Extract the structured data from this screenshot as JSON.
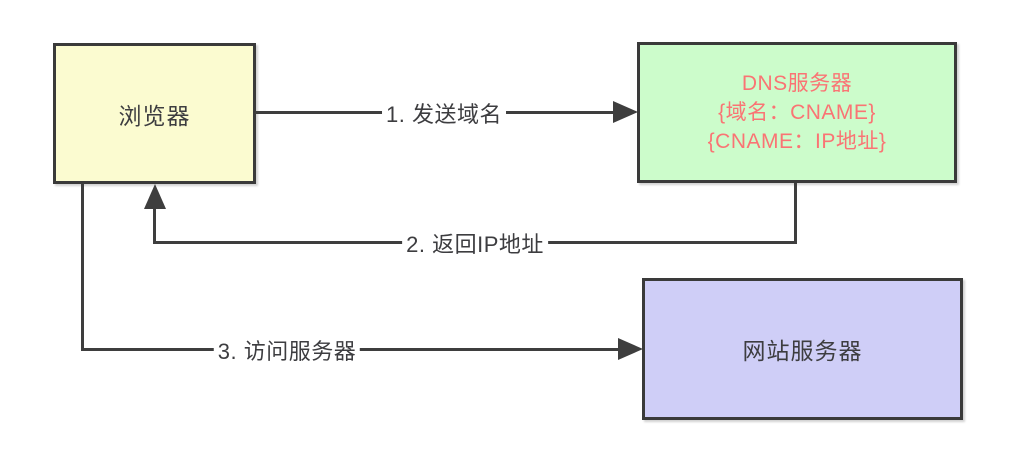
{
  "diagram": {
    "type": "flow-diagram",
    "topic": "DNS CNAME resolution flow",
    "background_color": "#ffffff",
    "line_color": "#3e3e3e",
    "border_color": "#3a3a3a",
    "nodes": {
      "browser": {
        "label": "浏览器",
        "fill": "#fbfbd0",
        "text_color": "#3d3d40"
      },
      "dns": {
        "line1": "DNS服务器",
        "line2": "{域名：CNAME}",
        "line3": "{CNAME：IP地址}",
        "fill": "#ccfccb",
        "text_color": "#fa7474"
      },
      "web": {
        "label": "网站服务器",
        "fill": "#cfcef7",
        "text_color": "#3d3d40"
      }
    },
    "arrows": {
      "step1": {
        "label": "1. 发送域名",
        "from": "browser",
        "to": "dns",
        "direction": "right"
      },
      "step2": {
        "label": "2. 返回IP地址",
        "from": "dns",
        "to": "browser",
        "direction": "down-left-up"
      },
      "step3": {
        "label": "3. 访问服务器",
        "from": "browser",
        "to": "web",
        "direction": "down-right"
      }
    }
  }
}
